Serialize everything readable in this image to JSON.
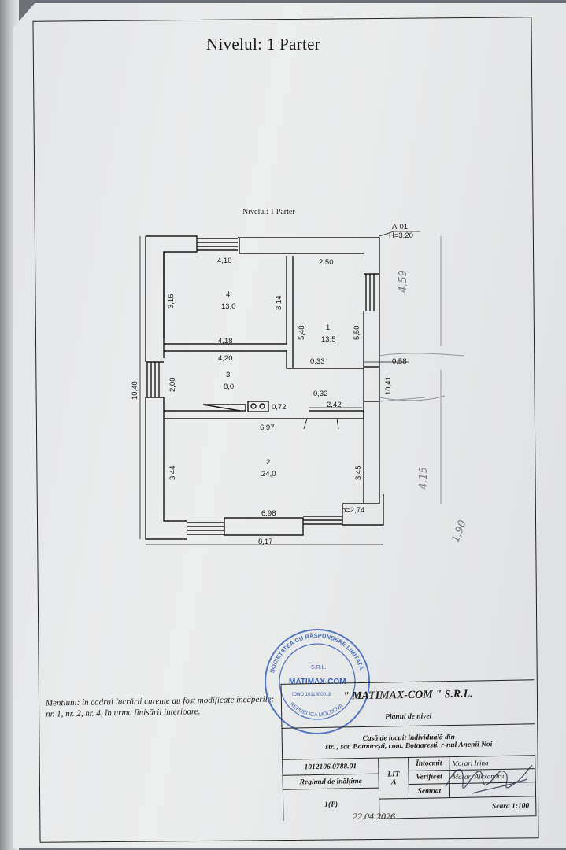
{
  "page_title": "Nivelul: 1 Parter",
  "plan": {
    "title": "Nivelul: 1 Parter",
    "marker": "A-01",
    "height": "H=3,20",
    "rooms": [
      {
        "no": "4",
        "area": "13,0"
      },
      {
        "no": "1",
        "area": "13,5"
      },
      {
        "no": "3",
        "area": "8,0"
      },
      {
        "no": "2",
        "area": "24,0"
      }
    ],
    "dims": {
      "top_left": "4,10",
      "top_right": "2,50",
      "left_room4": "3,16",
      "room4_right": "3,14",
      "corridor_h": "5,48",
      "right_room1": "5,50",
      "room4_bottom": "4,18",
      "room3_top": "4,20",
      "d033": "0,33",
      "d058": "0,58",
      "overall_left": "10,40",
      "room3_left": "2,00",
      "overall_right": "10,41",
      "d032": "0,32",
      "d072": "0,72",
      "d242": "2,42",
      "room2_top": "6,97",
      "room2_left": "3,44",
      "room2_right": "3,45",
      "room2_bottom": "6,98",
      "b_dim": "b=2,74",
      "overall_bottom": "8,17"
    },
    "pencil": [
      "4,59",
      "4,15",
      "1,90"
    ]
  },
  "notes": "Mentiuni: în cadrul lucrării curente au fost modificate încăperile: nr. 1, nr. 2, nr. 4, în urma finisării interioare.",
  "stamp": {
    "ring_text": "SOCIETATEA CU RĂSPUNDERE LIMITATĂ",
    "top": "S.R.L.",
    "center": "MATIMAX-COM",
    "idno": "IDNO 1011600018",
    "bottom": "REPUBLICA MOLDOVA"
  },
  "title_block": {
    "company": "\" MATIMAX-COM \" S.R.L.",
    "doc_type": "Planul de nivel",
    "object": "Casă de locuit individuală din",
    "address": "str. , sat. Botnarești, com. Botnarești, r-nul Anenii Noi",
    "code": "1012106.0788.01",
    "lit_label": "LIT",
    "lit_value": "A",
    "regime_label": "Regimul de înălțime",
    "regime_value": "1(P)",
    "intocmit_label": "Întocmit",
    "intocmit_name": "Morari Irina",
    "verificat_label": "Verificat",
    "verificat_name": "Morari Alexandru",
    "semnat_label": "Semnat",
    "scale": "Scara 1:100",
    "date": "22.04.2026"
  },
  "colors": {
    "paper": "#e6e7e8",
    "ink": "#1a1a1a",
    "stamp": "#3a63b8",
    "pencil": "#7a7d83"
  }
}
